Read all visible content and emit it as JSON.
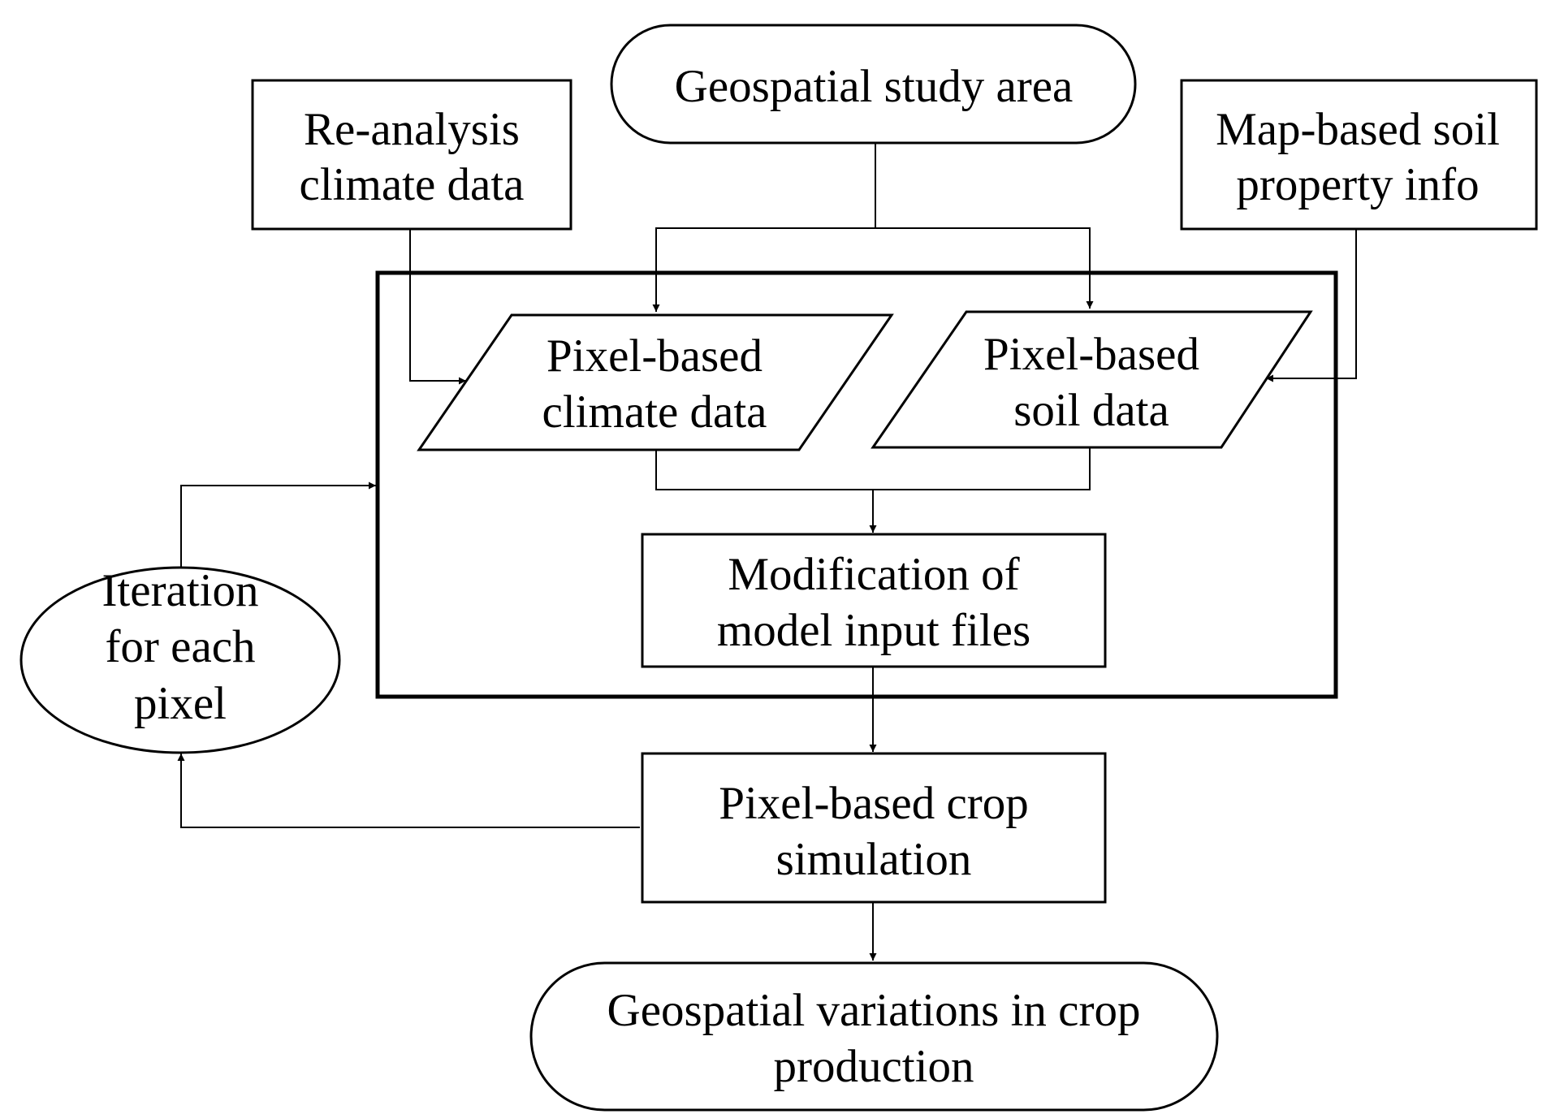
{
  "nodes": {
    "study_area": {
      "lines": [
        "Geospatial study area"
      ]
    },
    "reanalysis": {
      "lines": [
        "Re-analysis",
        "climate data"
      ]
    },
    "soil_info": {
      "lines": [
        "Map-based soil",
        "property info"
      ]
    },
    "pixel_climate": {
      "lines": [
        "Pixel-based",
        "climate data"
      ]
    },
    "pixel_soil": {
      "lines": [
        "Pixel-based",
        "soil data"
      ]
    },
    "modification": {
      "lines": [
        "Modification of",
        "model input files"
      ]
    },
    "crop_sim": {
      "lines": [
        "Pixel-based crop",
        "simulation"
      ]
    },
    "variations": {
      "lines": [
        "Geospatial variations in crop",
        "production"
      ]
    },
    "iteration": {
      "lines": [
        "Iteration",
        "for each",
        "pixel"
      ]
    }
  },
  "edges": [
    {
      "from": "study_area",
      "to": "pixel_climate"
    },
    {
      "from": "study_area",
      "to": "pixel_soil"
    },
    {
      "from": "reanalysis",
      "to": "pixel_climate"
    },
    {
      "from": "soil_info",
      "to": "pixel_soil"
    },
    {
      "from": "pixel_climate",
      "to": "modification"
    },
    {
      "from": "pixel_soil",
      "to": "modification"
    },
    {
      "from": "modification",
      "to": "crop_sim"
    },
    {
      "from": "crop_sim",
      "to": "variations"
    },
    {
      "from": "crop_sim",
      "to": "iteration"
    },
    {
      "from": "iteration",
      "to": "pixel_processing_frame"
    }
  ]
}
